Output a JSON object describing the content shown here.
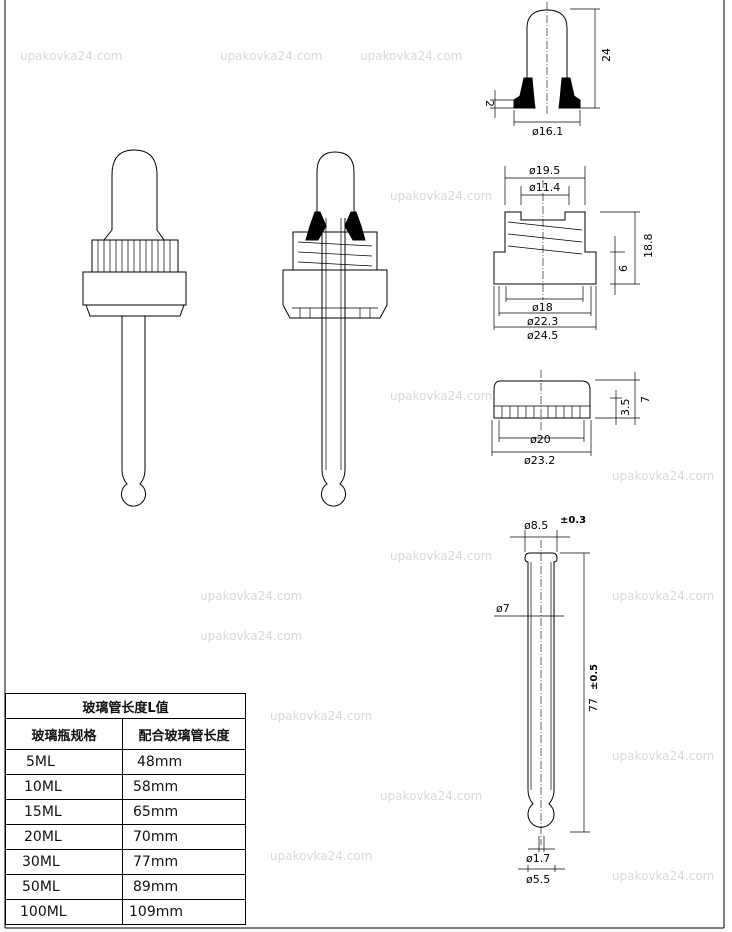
{
  "watermark": "upakovka24.com",
  "bulb_dims": {
    "height": "24",
    "diameter": "ø16.1",
    "lip": "2"
  },
  "cap_dims": {
    "d_top_outer": "ø19.5",
    "d_top_inner": "ø11.4",
    "height": "18.8",
    "thread": "6",
    "d_inner": "ø18",
    "d_mid": "ø22.3",
    "d_outer": "ø24.5"
  },
  "ring_dims": {
    "height": "7",
    "band": "3.5",
    "d_inner": "ø20",
    "d_outer": "ø23.2"
  },
  "tube_dims": {
    "d_top": "ø8.5",
    "d_top_tol": "±0.3",
    "d_body": "ø7",
    "length": "77",
    "length_tol": "±0.5",
    "d_tip_hole": "ø1.7",
    "d_tip": "ø5.5"
  },
  "table": {
    "title": "玻璃管长度L值",
    "headers": [
      "玻璃瓶规格",
      "配合玻璃管长度"
    ],
    "rows": [
      [
        "5ML",
        "48mm"
      ],
      [
        "10ML",
        "58mm"
      ],
      [
        "15ML",
        "65mm"
      ],
      [
        "20ML",
        "70mm"
      ],
      [
        "30ML",
        "77mm"
      ],
      [
        "50ML",
        "89mm"
      ],
      [
        "100ML",
        "109mm"
      ]
    ]
  }
}
